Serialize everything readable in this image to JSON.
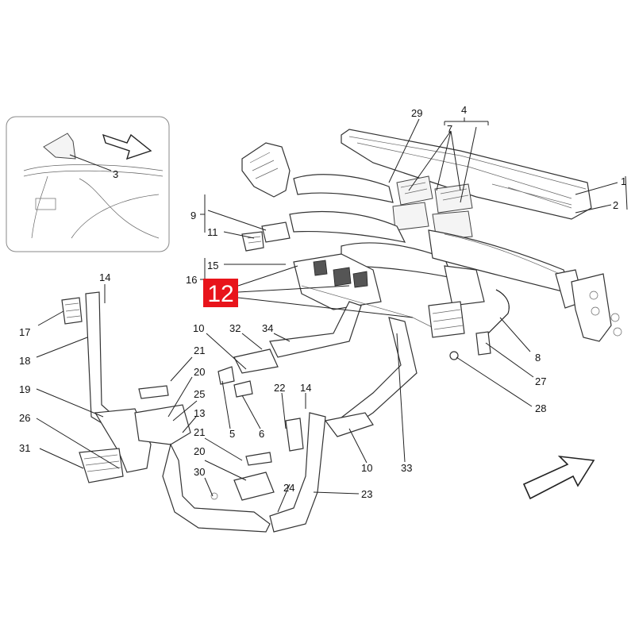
{
  "diagram": {
    "highlight_label": "12",
    "highlight_color": "#e8141b",
    "callouts": {
      "c1": "29",
      "c2": "4",
      "c3": "7",
      "c4": "1",
      "c5": "2",
      "c6": "9",
      "c7": "11",
      "c8": "15",
      "c9": "16",
      "c10": "14",
      "c11": "17",
      "c12": "18",
      "c13": "19",
      "c14": "26",
      "c15": "31",
      "c16": "10",
      "c17": "32",
      "c18": "34",
      "c19": "21",
      "c20": "20",
      "c21": "25",
      "c22": "13",
      "c23": "5",
      "c24": "6",
      "c25": "22",
      "c26": "14",
      "c27": "21",
      "c28": "20",
      "c29": "30",
      "c30": "24",
      "c31": "23",
      "c32": "10",
      "c33": "33",
      "c34": "8",
      "c35": "27",
      "c36": "28",
      "c37": "3"
    }
  }
}
